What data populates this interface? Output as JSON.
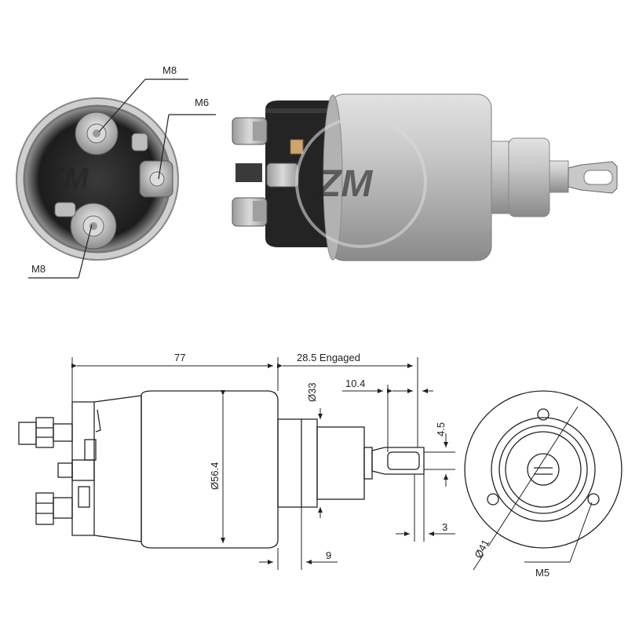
{
  "callouts": {
    "m8_top": "M8",
    "m6": "M6",
    "m8_bottom": "M8"
  },
  "dimensions": {
    "length_77": "77",
    "engaged": "28.5 Engaged",
    "d33": "Ø33",
    "d10_4": "10.4",
    "d4_5": "4.5",
    "d56_4": "Ø56.4",
    "d3": "3",
    "d9": "9",
    "d41": "Ø41",
    "m5": "M5"
  },
  "colors": {
    "line": "#222222",
    "body_silver": "#b9b9b9",
    "body_dark": "#2a2a2a"
  }
}
